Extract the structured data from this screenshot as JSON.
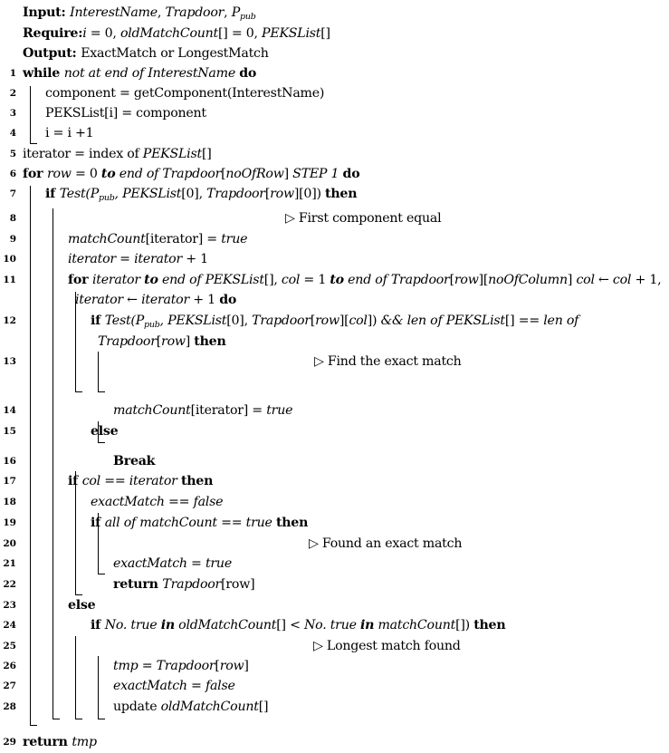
{
  "algorithm": {
    "lines": [
      {
        "id": "h1",
        "indent": 0,
        "segments": [
          {
            "t": "Input: ",
            "s": "b"
          },
          {
            "t": "InterestName",
            "s": "i"
          },
          {
            "t": ", "
          },
          {
            "t": "Trapdoor",
            "s": "i"
          },
          {
            "t": ", "
          },
          {
            "t": "P",
            "s": "i"
          },
          {
            "t": "pub",
            "s": "sub"
          }
        ]
      },
      {
        "id": "h2",
        "indent": 0,
        "segments": [
          {
            "t": "Require:",
            "s": "b"
          },
          {
            "t": "i",
            "s": "i"
          },
          {
            "t": " = 0, "
          },
          {
            "t": "oldMatchCount",
            "s": "i"
          },
          {
            "t": "[] = 0, "
          },
          {
            "t": "PEKSList",
            "s": "i"
          },
          {
            "t": "[]"
          }
        ]
      },
      {
        "id": "h3",
        "indent": 0,
        "segments": [
          {
            "t": "Output: ",
            "s": "b"
          },
          {
            "t": "ExactMatch or LongestMatch"
          }
        ]
      },
      {
        "num": "1",
        "indent": 0,
        "segments": [
          {
            "t": "while ",
            "s": "b"
          },
          {
            "t": "not at end of InterestName ",
            "s": "i"
          },
          {
            "t": "do",
            "s": "b"
          }
        ]
      },
      {
        "num": "2",
        "indent": 1,
        "segments": [
          {
            "t": "component = getComponent(InterestName)"
          }
        ]
      },
      {
        "num": "3",
        "indent": 1,
        "segments": [
          {
            "t": "PEKSList[i] = component"
          }
        ]
      },
      {
        "num": "4",
        "indent": 1,
        "segments": [
          {
            "t": "i = i +1"
          }
        ]
      },
      {
        "num": "5",
        "indent": 0,
        "segments": [
          {
            "t": "iterator = index of "
          },
          {
            "t": "PEKSList",
            "s": "i"
          },
          {
            "t": "[]"
          }
        ]
      },
      {
        "num": "6",
        "indent": 0,
        "segments": [
          {
            "t": "for ",
            "s": "b"
          },
          {
            "t": "row",
            "s": "i"
          },
          {
            "t": " = 0 "
          },
          {
            "t": "to",
            "s": "bi"
          },
          {
            "t": " end of Trapdoor",
            "s": "i"
          },
          {
            "t": "["
          },
          {
            "t": "noOfRow",
            "s": "i"
          },
          {
            "t": "] "
          },
          {
            "t": "STEP 1 ",
            "s": "i"
          },
          {
            "t": "do",
            "s": "b"
          }
        ]
      },
      {
        "num": "7",
        "indent": 1,
        "segments": [
          {
            "t": "if ",
            "s": "b"
          },
          {
            "t": "Test(P",
            "s": "i"
          },
          {
            "t": "pub",
            "s": "sub"
          },
          {
            "t": ", PEKSList",
            "s": "i"
          },
          {
            "t": "[0], "
          },
          {
            "t": "Trapdoor",
            "s": "i"
          },
          {
            "t": "["
          },
          {
            "t": "row",
            "s": "i"
          },
          {
            "t": "][0]) "
          },
          {
            "t": "then",
            "s": "b"
          }
        ]
      },
      {
        "num": "8",
        "indent": 0,
        "comment": true,
        "segments": [
          {
            "t": "▷ First component equal"
          }
        ]
      },
      {
        "num": "9",
        "indent": 2,
        "segments": [
          {
            "t": "matchCount",
            "s": "i"
          },
          {
            "t": "[iterator] = "
          },
          {
            "t": "true",
            "s": "i"
          }
        ]
      },
      {
        "num": "10",
        "indent": 2,
        "segments": [
          {
            "t": "iterator",
            "s": "i"
          },
          {
            "t": " = "
          },
          {
            "t": "iterator",
            "s": "i"
          },
          {
            "t": " + 1"
          }
        ]
      },
      {
        "num": "11",
        "indent": 2,
        "segments": [
          {
            "t": "for ",
            "s": "b"
          },
          {
            "t": "iterator ",
            "s": "i"
          },
          {
            "t": "to",
            "s": "bi"
          },
          {
            "t": " end of PEKSList",
            "s": "i"
          },
          {
            "t": "[], "
          },
          {
            "t": "col",
            "s": "i"
          },
          {
            "t": " = 1 "
          },
          {
            "t": "to",
            "s": "bi"
          },
          {
            "t": " end of Trapdoor",
            "s": "i"
          },
          {
            "t": "["
          },
          {
            "t": "row",
            "s": "i"
          },
          {
            "t": "]["
          },
          {
            "t": "noOfColumn",
            "s": "i"
          },
          {
            "t": "] "
          },
          {
            "t": "col",
            "s": "i"
          },
          {
            "t": " ← "
          },
          {
            "t": "col",
            "s": "i"
          },
          {
            "t": " + 1,"
          }
        ]
      },
      {
        "indent": 2,
        "cont": true,
        "segments": [
          {
            "t": "iterator",
            "s": "i"
          },
          {
            "t": " ← "
          },
          {
            "t": "iterator",
            "s": "i"
          },
          {
            "t": " + 1 "
          },
          {
            "t": "do",
            "s": "b"
          }
        ]
      },
      {
        "num": "12",
        "indent": 3,
        "segments": [
          {
            "t": "if ",
            "s": "b"
          },
          {
            "t": "Test(P",
            "s": "i"
          },
          {
            "t": "pub",
            "s": "sub"
          },
          {
            "t": ", PEKSList",
            "s": "i"
          },
          {
            "t": "[0], "
          },
          {
            "t": "Trapdoor",
            "s": "i"
          },
          {
            "t": "["
          },
          {
            "t": "row",
            "s": "i"
          },
          {
            "t": "]["
          },
          {
            "t": "col",
            "s": "i"
          },
          {
            "t": "]) "
          },
          {
            "t": "&& len of PEKSList",
            "s": "i"
          },
          {
            "t": "[] == "
          },
          {
            "t": "len of",
            "s": "i"
          }
        ]
      },
      {
        "indent": 3,
        "cont": true,
        "segments": [
          {
            "t": "Trapdoor",
            "s": "i"
          },
          {
            "t": "["
          },
          {
            "t": "row",
            "s": "i"
          },
          {
            "t": "] "
          },
          {
            "t": "then",
            "s": "b"
          }
        ]
      },
      {
        "num": "13",
        "indent": 0,
        "comment": true,
        "segments": [
          {
            "t": "▷ Find the exact match"
          }
        ]
      },
      {
        "num": "14",
        "indent": 4,
        "segments": [
          {
            "t": "matchCount",
            "s": "i"
          },
          {
            "t": "[iterator] = "
          },
          {
            "t": "true",
            "s": "i"
          }
        ]
      },
      {
        "num": "15",
        "indent": 3,
        "segments": [
          {
            "t": "else",
            "s": "b"
          }
        ]
      },
      {
        "num": "16",
        "indent": 4,
        "segments": [
          {
            "t": "Break",
            "s": "b"
          }
        ]
      },
      {
        "num": "17",
        "indent": 2,
        "segments": [
          {
            "t": "if ",
            "s": "b"
          },
          {
            "t": "col",
            "s": "i"
          },
          {
            "t": " == "
          },
          {
            "t": "iterator ",
            "s": "i"
          },
          {
            "t": "then",
            "s": "b"
          }
        ]
      },
      {
        "num": "18",
        "indent": 3,
        "segments": [
          {
            "t": "exactMatch",
            "s": "i"
          },
          {
            "t": " == "
          },
          {
            "t": "false",
            "s": "i"
          }
        ]
      },
      {
        "num": "19",
        "indent": 3,
        "segments": [
          {
            "t": "if ",
            "s": "b"
          },
          {
            "t": "all of matchCount",
            "s": "i"
          },
          {
            "t": " == "
          },
          {
            "t": "true ",
            "s": "i"
          },
          {
            "t": "then",
            "s": "b"
          }
        ]
      },
      {
        "num": "20",
        "indent": 0,
        "comment": true,
        "segments": [
          {
            "t": "▷ Found an exact match"
          }
        ]
      },
      {
        "num": "21",
        "indent": 4,
        "segments": [
          {
            "t": "exactMatch",
            "s": "i"
          },
          {
            "t": " = "
          },
          {
            "t": "true",
            "s": "i"
          }
        ]
      },
      {
        "num": "22",
        "indent": 4,
        "segments": [
          {
            "t": "return ",
            "s": "b"
          },
          {
            "t": "Trapdoor",
            "s": "i"
          },
          {
            "t": "[row]"
          }
        ]
      },
      {
        "num": "23",
        "indent": 2,
        "segments": [
          {
            "t": "else",
            "s": "b"
          }
        ]
      },
      {
        "num": "24",
        "indent": 3,
        "segments": [
          {
            "t": "if ",
            "s": "b"
          },
          {
            "t": "No. true ",
            "s": "i"
          },
          {
            "t": "in",
            "s": "bi"
          },
          {
            "t": " oldMatchCount",
            "s": "i"
          },
          {
            "t": "[] < "
          },
          {
            "t": "No. true ",
            "s": "i"
          },
          {
            "t": "in",
            "s": "bi"
          },
          {
            "t": " matchCount",
            "s": "i"
          },
          {
            "t": "[]) "
          },
          {
            "t": "then",
            "s": "b"
          }
        ]
      },
      {
        "num": "25",
        "indent": 0,
        "comment": true,
        "segments": [
          {
            "t": "▷ Longest match found"
          }
        ]
      },
      {
        "num": "26",
        "indent": 4,
        "segments": [
          {
            "t": "tmp",
            "s": "i"
          },
          {
            "t": " = "
          },
          {
            "t": "Trapdoor",
            "s": "i"
          },
          {
            "t": "["
          },
          {
            "t": "row",
            "s": "i"
          },
          {
            "t": "]"
          }
        ]
      },
      {
        "num": "27",
        "indent": 4,
        "segments": [
          {
            "t": "exactMatch",
            "s": "i"
          },
          {
            "t": " = "
          },
          {
            "t": "false",
            "s": "i"
          }
        ]
      },
      {
        "num": "28",
        "indent": 4,
        "segments": [
          {
            "t": "update "
          },
          {
            "t": "oldMatchCount",
            "s": "i"
          },
          {
            "t": "[]"
          }
        ]
      },
      {
        "num": "29",
        "indent": 0,
        "segments": [
          {
            "t": "return ",
            "s": "b"
          },
          {
            "t": "tmp",
            "s": "i"
          }
        ]
      }
    ]
  }
}
